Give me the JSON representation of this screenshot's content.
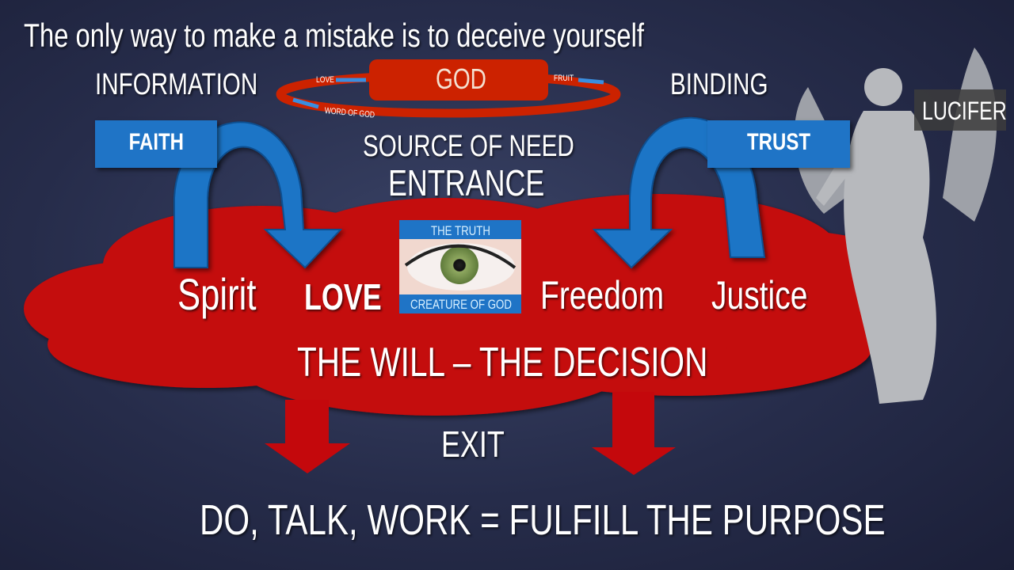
{
  "slide": {
    "title": "The only way to make a mistake is to deceive yourself",
    "information": "INFORMATION",
    "binding": "BINDING",
    "faith": "FAITH",
    "trust": "TRUST",
    "god_ring": {
      "god": "GOD",
      "love": "LOVE",
      "fruit": "FRUIT",
      "word_of_god": "WORD OF GOD"
    },
    "source_of_need": "SOURCE OF NEED",
    "entrance": "ENTRANCE",
    "truth_image": {
      "top": "THE TRUTH",
      "bottom": "CREATURE OF GOD"
    },
    "cloud": {
      "spirit": "Spirit",
      "love": "LOVE",
      "freedom": "Freedom",
      "justice": "Justice",
      "will": "THE WILL – THE DECISION"
    },
    "exit": "EXIT",
    "bottom_line": "DO, TALK, WORK = FULFILL THE PURPOSE",
    "lucifer": "LUCIFER"
  },
  "colors": {
    "red": "#c4080c",
    "blue": "#1f74c6",
    "ring": "#cc2200"
  }
}
